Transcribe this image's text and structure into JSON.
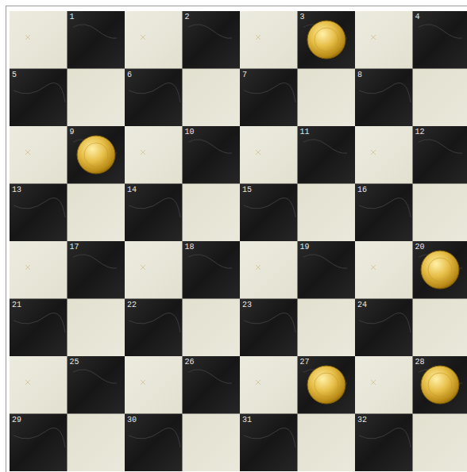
{
  "diagram": {
    "labels": [
      "1",
      "2",
      "3",
      "4",
      "5",
      "6",
      "7",
      "8",
      "9",
      "10",
      "11",
      "12",
      "13",
      "14",
      "15",
      "16",
      "17",
      "18",
      "19",
      "20",
      "21",
      "22",
      "23",
      "24",
      "25",
      "26",
      "27",
      "28",
      "29",
      "30",
      "31",
      "32"
    ]
  }
}
